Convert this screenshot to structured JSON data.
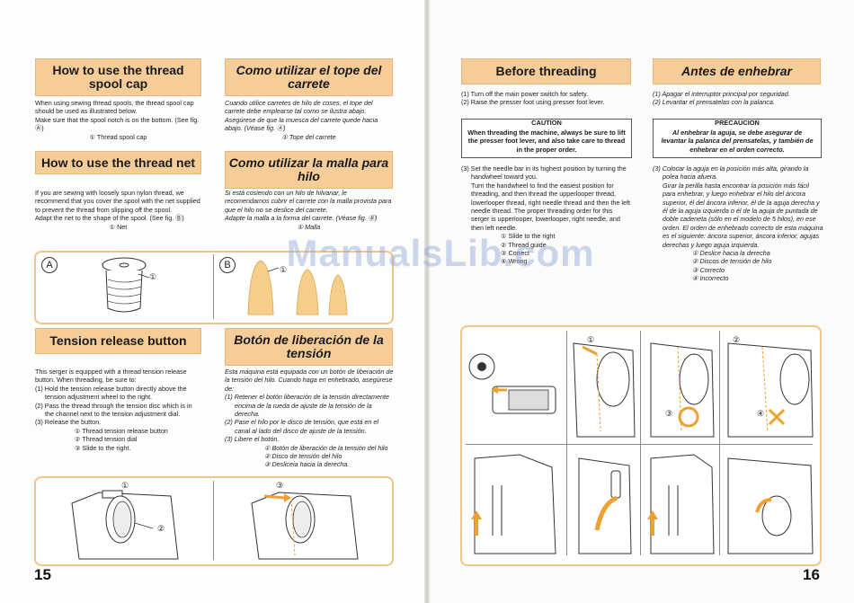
{
  "page_left_number": "15",
  "page_right_number": "16",
  "watermark": "ManualsLib.com",
  "spool_cap": {
    "title_en": "How to use the thread spool cap",
    "title_es": "Como utilizar el tope del carrete",
    "body_en_1": "When using sewing thread spools, the thread spool cap should be used as illustrated below.",
    "body_en_2": "Make sure that the spool notch is on the bottom. (See fig. Ⓐ)",
    "caption_en": "① Thread spool cap",
    "body_es_1": "Cuando utilice carretes de hilo de coses, el tope del carrete debe emplearse tal como se ilustra abajo.",
    "body_es_2": "Asegúrese de que la muesca del carrete quede hacia abajo. (Véase fig. Ⓐ)",
    "caption_es": "① Tope del carrete"
  },
  "thread_net": {
    "title_en": "How to use the thread net",
    "title_es": "Como utilizar la malla para hilo",
    "body_en_1": "If you are sewing with loosely spun nylon thread, we recommend that you cover the spool with the net supplied to prevent the thread from slipping off the spool.",
    "body_en_2": "Adapt the net to the shape of the spool. (See fig. Ⓑ)",
    "caption_en": "① Net",
    "body_es_1": "Si está cosiendo con un hilo de hilvanar, le recomendamos cubrir el carrete con la malla provista para que el hilo no se deslice del carrete.",
    "body_es_2": "Adapte la malla a la forma del carrete. (Véase fig. Ⓑ)",
    "caption_es": "① Malla"
  },
  "fig_ab": {
    "label_a": "A",
    "label_b": "B",
    "marker_a": "①",
    "marker_b": "①"
  },
  "tension": {
    "title_en": "Tension release button",
    "title_es": "Botón de liberación de la tensión",
    "intro_en": "This serger is equipped with a thread tension release button. When threading, be sure to:",
    "steps_en": [
      "(1) Hold the tension release button directly above the tension adjustment wheel to the right.",
      "(2) Pass the thread through the tension disc which is in the channel next to the tension adjustment dial.",
      "(3) Release the button."
    ],
    "captions_en": [
      "① Thread tension release button",
      "② Thread tension dial",
      "③ Slide to the right."
    ],
    "intro_es": "Esta máquina está equipada con un botón de liberación de la tensión del hilo. Cuando haga en enhebrado, asegúrese de:",
    "steps_es": [
      "(1) Retener el botón liberación de la tensión directamente encima de la rueda de ajuste de la tensión de la derecha.",
      "(2) Pase el hilo por le disco de tensión, que está en el canal al lado del disco de ajuste de la tensión.",
      "(3) Libere el botón."
    ],
    "captions_es": [
      "① Botón de liberación de la tensión del hilo",
      "② Disco de tensión del hilo",
      "③ Desliceia hacia la derecha."
    ],
    "fig_markers": [
      "①",
      "②",
      "③"
    ]
  },
  "before_threading": {
    "title_en": "Before threading",
    "title_es": "Antes de enhebrar",
    "steps_en": [
      "(1) Turn off the main power switch for safety.",
      "(2) Raise the presser foot using presser foot lever."
    ],
    "steps_es": [
      "(1) Apagar el interruptor principal por seguridad.",
      "(2) Levantar el prensatelas con la palanca."
    ],
    "caution_title_en": "CAUTION",
    "caution_body_en": "When threading the machine, always be sure to lift the presser foot lever, and also take care to thread in the proper order.",
    "caution_title_es": "PRECAUCION",
    "caution_body_es": "Al enhebrar la aguja, se debe asegurar de levantar la palanca del prensatelas, y también de enhebrar en el orden correcto.",
    "step3_en": "(3) Set the needle bar in its highest position by turning the handwheel toward you.",
    "step3_en_b": "Turn the handwheel to find the easiest position for threading, and then thread the upperlooper thread, lowerlooper thread, right needle thread and then the left needle thread. The proper threading order for this serger is upperlooper, lowerlooper, right needle, and then left needle.",
    "captions_en": [
      "① Slide to the right",
      "② Thread guide",
      "③ Correct",
      "④ Wrong"
    ],
    "step3_es": "(3) Colocar la aguja en la posición más alta, girando la polea hacia afuera.",
    "step3_es_b": "Girar la perilla hasta encontrar la posición más fácil para enhebrar, y luego enhebrar el hilo del áncora superior, él del áncora inferior, él de la aguja derecha y él de la aguja izquierda o él de la aguja de puntada de doble cadeneta (sólo en el modelo de 5 hilos), en ese orden. El orden de enhebrado correcto de esta máquina es el siguiente: áncora superior, áncora inferior, agujas derechas y luego aguja izquierda.",
    "captions_es": [
      "① Deslice hacia la derecha",
      "② Discos de tensión de hilo",
      "③ Correcto",
      "④ Incorrecto"
    ],
    "fig_markers": [
      "①",
      "②",
      "③",
      "④"
    ]
  },
  "colors": {
    "header_fill": "#f6cc98",
    "frame": "#f1c48d",
    "arrow": "#f0a030"
  }
}
